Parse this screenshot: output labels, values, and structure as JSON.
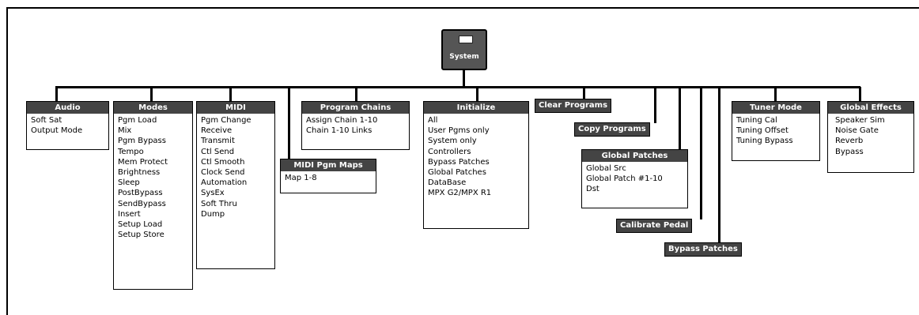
{
  "root": {
    "label": "System"
  },
  "groups": {
    "audio": {
      "title": "Audio",
      "items": [
        "Soft Sat",
        "Output Mode"
      ]
    },
    "modes": {
      "title": "Modes",
      "items": [
        "Pgm Load",
        "Mix",
        "Pgm Bypass",
        "Tempo",
        "Mem Protect",
        "Brightness",
        "Sleep",
        "PostBypass",
        "SendBypass",
        "Insert",
        "Setup Load",
        "Setup Store"
      ]
    },
    "midi": {
      "title": "MIDI",
      "items": [
        "Pgm Change",
        "Receive",
        "Transmit",
        "Ctl Send",
        "Ctl Smooth",
        "Clock Send",
        "Automation",
        "SysEx",
        "Soft Thru",
        "Dump"
      ]
    },
    "midi_pgm_maps": {
      "title": "MIDI Pgm Maps",
      "items": [
        "Map 1-8"
      ]
    },
    "program_chains": {
      "title": "Program Chains",
      "items": [
        "Assign Chain 1-10",
        "Chain 1-10 Links"
      ]
    },
    "initialize": {
      "title": "Initialize",
      "items": [
        "All",
        "User Pgms only",
        "System only",
        "Controllers",
        "Bypass Patches",
        "Global Patches",
        "DataBase",
        "MPX G2/MPX R1"
      ]
    },
    "clear_programs": {
      "title": "Clear Programs"
    },
    "copy_programs": {
      "title": "Copy Programs"
    },
    "global_patches": {
      "title": "Global Patches",
      "items": [
        "Global Src",
        "Global Patch #1-10",
        "Dst"
      ]
    },
    "calibrate_pedal": {
      "title": "Calibrate Pedal"
    },
    "bypass_patches": {
      "title": "Bypass Patches"
    },
    "tuner_mode": {
      "title": "Tuner Mode",
      "items": [
        "Tuning Cal",
        "Tuning Offset",
        "Tuning Bypass"
      ]
    },
    "global_effects": {
      "title": "Global Effects",
      "items": [
        "Speaker Sim",
        "Noise Gate",
        "Reverb",
        "Bypass"
      ]
    }
  }
}
